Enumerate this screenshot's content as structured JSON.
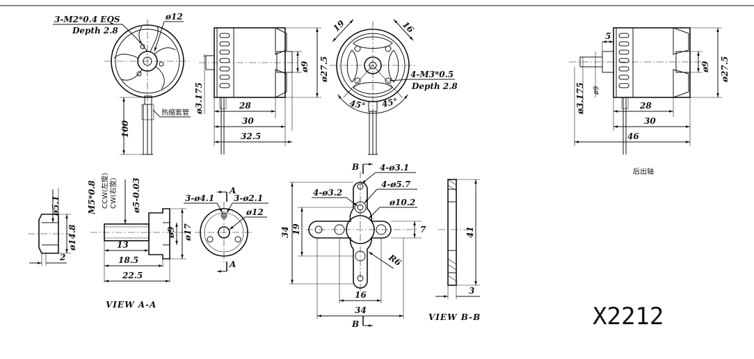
{
  "model_label": "X2212",
  "front_view": {
    "screw_note": "3-M2*0.4 EQS",
    "screw_depth": "Depth 2.8",
    "diameter": "ø12",
    "cable_length": "100",
    "heat_shrink_note": "热缩套管"
  },
  "side_view": {
    "shaft_dia": "ø3.175",
    "inner_dia": "ø9",
    "outer_dia": "ø27.5",
    "len_28": "28",
    "len_30": "30",
    "len_32_5": "32.5"
  },
  "rear_view": {
    "dim_19": "19",
    "dim_16": "16",
    "screw_note": "4-M3*0.5",
    "screw_depth": "Depth 2.8",
    "angle_left": "45°",
    "angle_right": "45°"
  },
  "rear_shaft_view": {
    "dim_5": "5",
    "shaft_dia": "ø3.175",
    "inner_dia_left": "ø9",
    "inner_dia": "ø9",
    "outer_dia": "ø27.5",
    "len_28": "28",
    "len_30": "30",
    "len_46": "46",
    "caption": "后出轴"
  },
  "nut_view": {
    "dia_5_1": "ø5.1",
    "dia_14_8": "ø14.8",
    "len_2": "2"
  },
  "adapter_view": {
    "thread": "M5*0.8",
    "ccw": "CCW(左旋)",
    "cw": "CW(右旋)",
    "bore": "ø5-0.03",
    "dia_9": "ø9",
    "dia_17": "ø17",
    "len_13": "13",
    "len_18_5": "18.5",
    "len_22_5": "22.5",
    "caption": "VIEW A-A"
  },
  "hub_view": {
    "holes_a": "3-ø4.1",
    "holes_b": "3-ø2.1",
    "dia_12": "ø12",
    "section_mark": "A"
  },
  "mount_view": {
    "section_mark": "B",
    "holes_3_1": "4-ø3.1",
    "holes_5_7": "4-ø5.7",
    "holes_3_2": "4-ø3.2",
    "dia_10_2": "ø10.2",
    "dim_34_v": "34",
    "dim_19": "19",
    "dim_7": "7",
    "radius": "R6",
    "dim_16": "16",
    "dim_34_h": "34",
    "caption": "VIEW B-B"
  },
  "mount_side_view": {
    "dim_41": "41",
    "dim_3": "3"
  }
}
